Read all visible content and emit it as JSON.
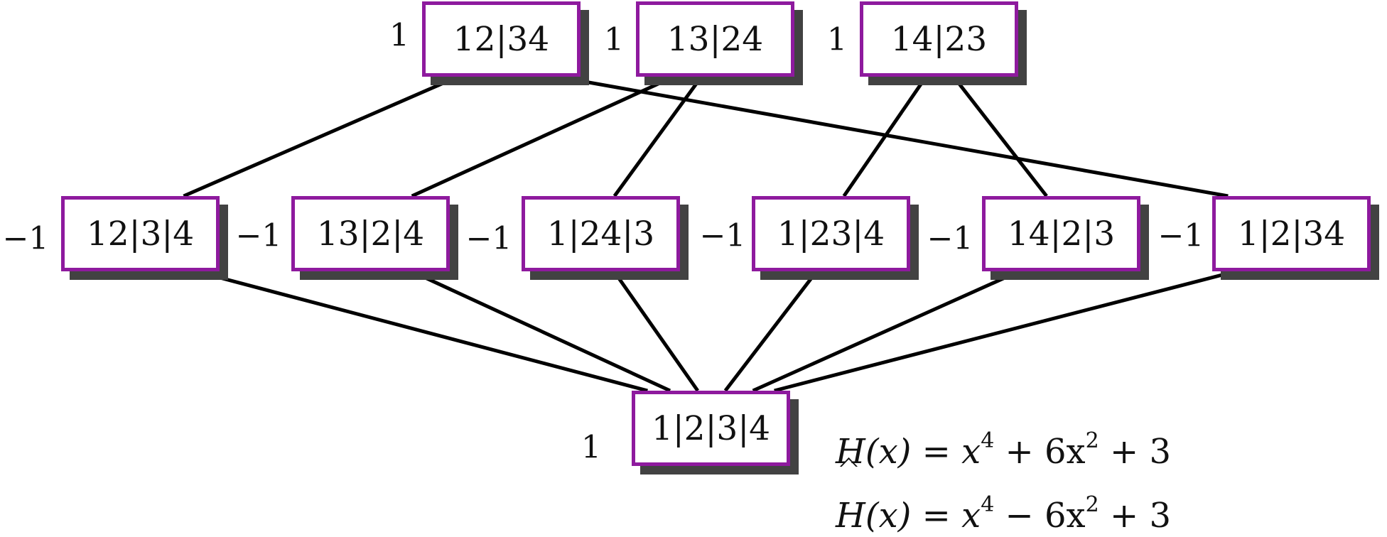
{
  "nodes": {
    "n12_34": {
      "label": "12|34",
      "weight": "1"
    },
    "n13_24": {
      "label": "13|24",
      "weight": "1"
    },
    "n14_23": {
      "label": "14|23",
      "weight": "1"
    },
    "n12_3_4": {
      "label": "12|3|4",
      "weight": "−1"
    },
    "n13_2_4": {
      "label": "13|2|4",
      "weight": "−1"
    },
    "n1_24_3": {
      "label": "1|24|3",
      "weight": "−1"
    },
    "n1_23_4": {
      "label": "1|23|4",
      "weight": "−1"
    },
    "n14_2_3": {
      "label": "14|2|3",
      "weight": "−1"
    },
    "n1_2_34": {
      "label": "1|2|34",
      "weight": "−1"
    },
    "n1_2_3_4": {
      "label": "1|2|3|4",
      "weight": "1"
    }
  },
  "edges": [
    [
      "n12_34",
      "n12_3_4"
    ],
    [
      "n12_34",
      "n1_2_34"
    ],
    [
      "n13_24",
      "n13_2_4"
    ],
    [
      "n13_24",
      "n1_24_3"
    ],
    [
      "n14_23",
      "n1_23_4"
    ],
    [
      "n14_23",
      "n14_2_3"
    ],
    [
      "n12_3_4",
      "n1_2_3_4"
    ],
    [
      "n13_2_4",
      "n1_2_3_4"
    ],
    [
      "n1_24_3",
      "n1_2_3_4"
    ],
    [
      "n1_23_4",
      "n1_2_3_4"
    ],
    [
      "n14_2_3",
      "n1_2_3_4"
    ],
    [
      "n1_2_34",
      "n1_2_3_4"
    ]
  ],
  "formulas": {
    "hat_H": {
      "lhs": "H(x) = x",
      "exp1": "4",
      "mid": " + 6x",
      "exp2": "2",
      "tail": " + 3"
    },
    "H": {
      "lhs": "H(x) = x",
      "exp1": "4",
      "mid": " − 6x",
      "exp2": "2",
      "tail": " + 3"
    }
  },
  "colors": {
    "box_border": "#8e1a9e",
    "box_shadow": "#424242",
    "edge": "#000000"
  }
}
